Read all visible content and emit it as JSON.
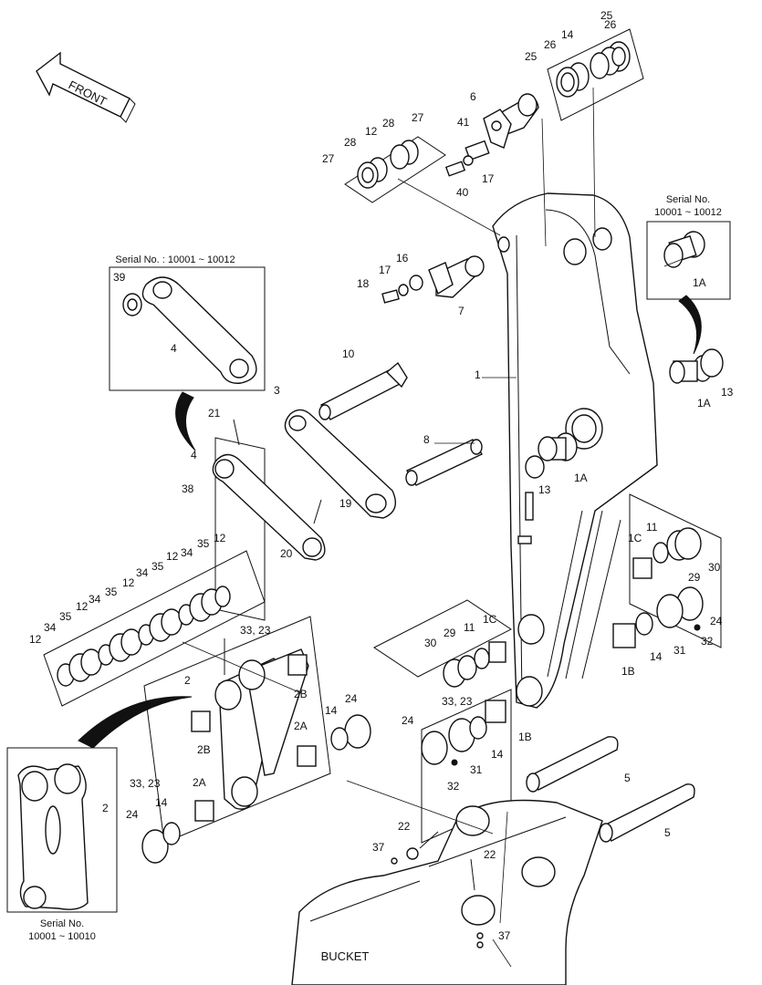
{
  "labels": {
    "front": "FRONT",
    "bucket": "BUCKET",
    "serial_top_left": "Serial No. : 10001 ~ 10012",
    "serial_top_right_line1": "Serial No.",
    "serial_top_right_line2": "10001 ~ 10012",
    "serial_bottom_left_line1": "Serial No.",
    "serial_bottom_left_line2": "10001 ~ 10010"
  },
  "callouts": [
    {
      "id": "c25a",
      "text": "25"
    },
    {
      "id": "c26a",
      "text": "26"
    },
    {
      "id": "c14a",
      "text": "14"
    },
    {
      "id": "c26b",
      "text": "26"
    },
    {
      "id": "c25b",
      "text": "25"
    },
    {
      "id": "c6",
      "text": "6"
    },
    {
      "id": "c41",
      "text": "41"
    },
    {
      "id": "c17a",
      "text": "17"
    },
    {
      "id": "c40",
      "text": "40"
    },
    {
      "id": "c12a",
      "text": "12"
    },
    {
      "id": "c28a",
      "text": "28"
    },
    {
      "id": "c27a",
      "text": "27"
    },
    {
      "id": "c28b",
      "text": "28"
    },
    {
      "id": "c27b",
      "text": "27"
    },
    {
      "id": "c39",
      "text": "39"
    },
    {
      "id": "c4a",
      "text": "4"
    },
    {
      "id": "c16",
      "text": "16"
    },
    {
      "id": "c17b",
      "text": "17"
    },
    {
      "id": "c18",
      "text": "18"
    },
    {
      "id": "c7",
      "text": "7"
    },
    {
      "id": "c1a_box",
      "text": "1A"
    },
    {
      "id": "c10",
      "text": "10"
    },
    {
      "id": "c1",
      "text": "1"
    },
    {
      "id": "c1a_r",
      "text": "1A"
    },
    {
      "id": "c13a",
      "text": "13"
    },
    {
      "id": "c3",
      "text": "3"
    },
    {
      "id": "c21",
      "text": "21"
    },
    {
      "id": "c8",
      "text": "8"
    },
    {
      "id": "c4b",
      "text": "4"
    },
    {
      "id": "c1a_m",
      "text": "1A"
    },
    {
      "id": "c38",
      "text": "38"
    },
    {
      "id": "c13b",
      "text": "13"
    },
    {
      "id": "c19",
      "text": "19"
    },
    {
      "id": "c20",
      "text": "20"
    },
    {
      "id": "c1c_r",
      "text": "1C"
    },
    {
      "id": "c11a",
      "text": "11"
    },
    {
      "id": "c30a",
      "text": "30"
    },
    {
      "id": "c29a",
      "text": "29"
    },
    {
      "id": "c12b",
      "text": "12"
    },
    {
      "id": "c34a",
      "text": "34"
    },
    {
      "id": "c35a",
      "text": "35"
    },
    {
      "id": "c12c",
      "text": "12"
    },
    {
      "id": "c34b",
      "text": "34"
    },
    {
      "id": "c35b",
      "text": "35"
    },
    {
      "id": "c12d",
      "text": "12"
    },
    {
      "id": "c34c",
      "text": "34"
    },
    {
      "id": "c35c",
      "text": "35"
    },
    {
      "id": "c12e",
      "text": "12"
    },
    {
      "id": "c34d",
      "text": "34"
    },
    {
      "id": "c35d",
      "text": "35"
    },
    {
      "id": "c12f",
      "text": "12"
    },
    {
      "id": "c3323a",
      "text": "33, 23"
    },
    {
      "id": "c2a",
      "text": "2"
    },
    {
      "id": "c2b_r",
      "text": "2B"
    },
    {
      "id": "c24a",
      "text": "24"
    },
    {
      "id": "c14b",
      "text": "14"
    },
    {
      "id": "c2a_r",
      "text": "2A"
    },
    {
      "id": "c2b_l",
      "text": "2B"
    },
    {
      "id": "c3323b",
      "text": "33, 23"
    },
    {
      "id": "c2a_l",
      "text": "2A"
    },
    {
      "id": "c2b",
      "text": "2"
    },
    {
      "id": "c24b",
      "text": "24"
    },
    {
      "id": "c14c",
      "text": "14"
    },
    {
      "id": "c30b",
      "text": "30"
    },
    {
      "id": "c29b",
      "text": "29"
    },
    {
      "id": "c11b",
      "text": "11"
    },
    {
      "id": "c1c_l",
      "text": "1C"
    },
    {
      "id": "c24c",
      "text": "24"
    },
    {
      "id": "c14d",
      "text": "14"
    },
    {
      "id": "c31a",
      "text": "31"
    },
    {
      "id": "c32a",
      "text": "32"
    },
    {
      "id": "c1b_r",
      "text": "1B"
    },
    {
      "id": "c3323c",
      "text": "33, 23"
    },
    {
      "id": "c24d",
      "text": "24"
    },
    {
      "id": "c14e",
      "text": "14"
    },
    {
      "id": "c1b_l",
      "text": "1B"
    },
    {
      "id": "c31b",
      "text": "31"
    },
    {
      "id": "c32b",
      "text": "32"
    },
    {
      "id": "c5a",
      "text": "5"
    },
    {
      "id": "c5b",
      "text": "5"
    },
    {
      "id": "c22a",
      "text": "22"
    },
    {
      "id": "c37a",
      "text": "37"
    },
    {
      "id": "c22b",
      "text": "22"
    },
    {
      "id": "c37b",
      "text": "37"
    }
  ]
}
